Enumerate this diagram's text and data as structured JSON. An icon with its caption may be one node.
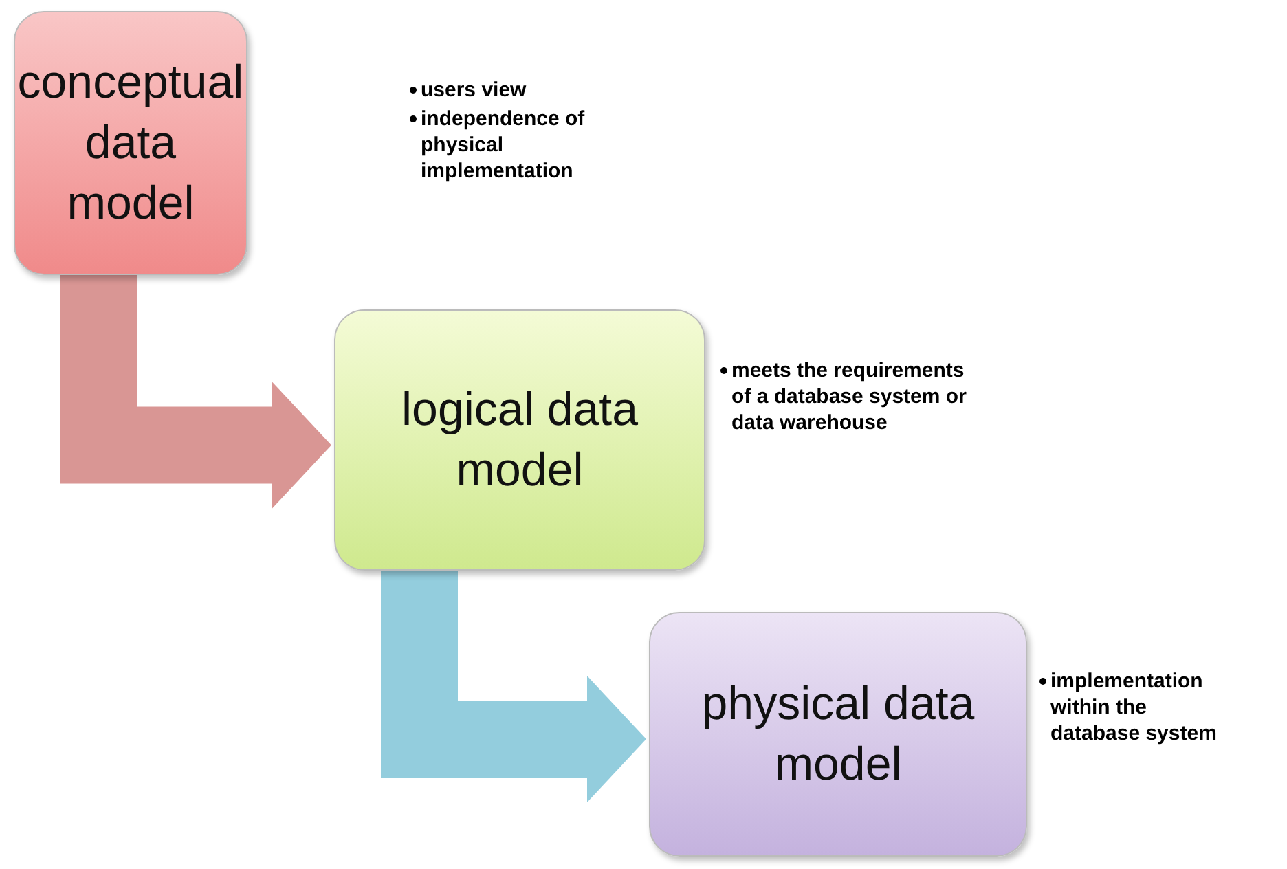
{
  "diagram": {
    "nodes": [
      {
        "text": [
          "conceptual data model"
        ],
        "beside": [
          "users view",
          "independence of physical implementation"
        ]
      },
      {
        "text": [
          "logical data model"
        ],
        "beside": [
          "meets the requirements of a database system or data warehouse"
        ]
      },
      {
        "text": [
          "physical data model"
        ],
        "beside": [
          "implementation within the database system"
        ]
      }
    ],
    "edges": [
      {
        "from": 0,
        "to": 1,
        "arrow": "to",
        "color": "#d99694"
      },
      {
        "from": 1,
        "to": 2,
        "arrow": "to",
        "color": "#93cddd"
      }
    ]
  }
}
